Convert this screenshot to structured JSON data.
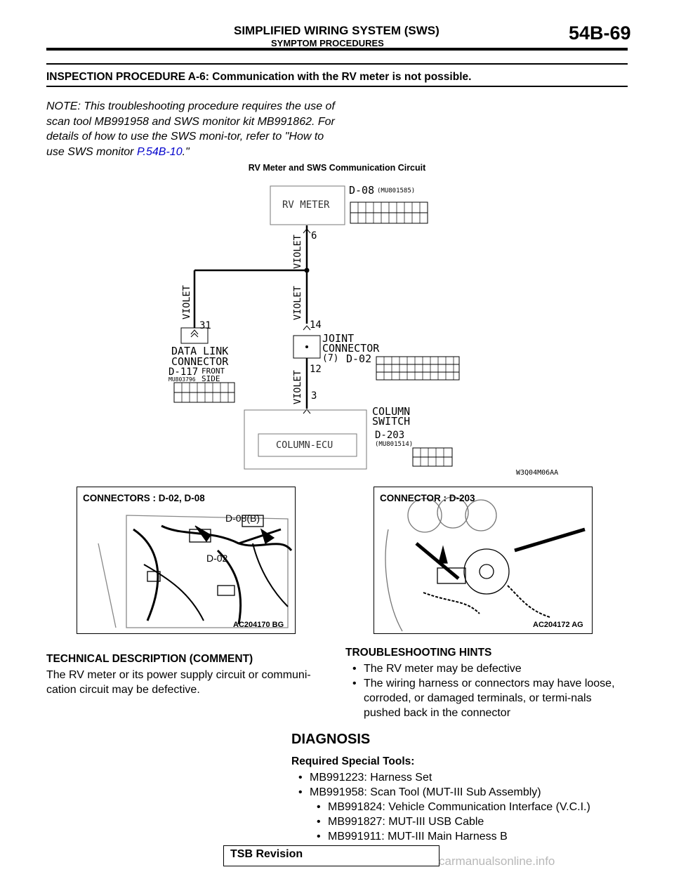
{
  "header": {
    "title": "SIMPLIFIED WIRING SYSTEM (SWS)",
    "subtitle": "SYMPTOM PROCEDURES",
    "page_number": "54B-69"
  },
  "procedure_title": "INSPECTION PROCEDURE A-6: Communication with the RV meter is not possible.",
  "note": {
    "text": "NOTE: This troubleshooting procedure requires the use of scan tool MB991958 and SWS monitor kit MB991862. For details of how to use the SWS moni-tor, refer to \"How to use SWS monitor ",
    "link": "P.54B-10",
    "end": ".\""
  },
  "circuit": {
    "title": "RV Meter and SWS Communication Circuit",
    "rv_meter": "RV METER",
    "rv_conn": "D-08",
    "rv_part": "(MU801585)",
    "rv_pin": "6",
    "wire": "VIOLET",
    "dlc_line1": "DATA LINK",
    "dlc_line2": "CONNECTOR",
    "dlc_conn": "D-117",
    "dlc_part": "MU803796",
    "dlc_front1": "FRONT",
    "dlc_front2": "SIDE",
    "dlc_pin": "31",
    "jc_line1": "JOINT",
    "jc_line2": "CONNECTOR",
    "jc_num": "(7)",
    "jc_conn": "D-02",
    "jc_pin_in": "14",
    "jc_pin_out": "12",
    "col_pin": "3",
    "col_ecu": "COLUMN-ECU",
    "col_sw1": "COLUMN",
    "col_sw2": "SWITCH",
    "col_conn": "D-203",
    "col_part": "(MU801514)",
    "fig_code": "W3Q04M06AA"
  },
  "photos": {
    "left": {
      "label": "CONNECTORS : D-02, D-08",
      "callout_a": "D-08(B)",
      "callout_b": "D-02",
      "code": "AC204170 BG"
    },
    "right": {
      "label": "CONNECTOR : D-203",
      "code": "AC204172 AG"
    }
  },
  "technical": {
    "heading": "TECHNICAL DESCRIPTION (COMMENT)",
    "body": "The RV meter or its power supply circuit or communi-cation circuit may be defective."
  },
  "hints": {
    "heading": "TROUBLESHOOTING HINTS",
    "items": [
      "The RV meter may be defective",
      "The wiring harness or connectors may have loose, corroded, or damaged terminals, or termi-nals pushed back in the connector"
    ]
  },
  "diagnosis": {
    "heading": "DIAGNOSIS",
    "tools_heading": "Required Special Tools:",
    "tools": [
      "MB991223: Harness Set",
      "MB991958: Scan Tool (MUT-III Sub Assembly)"
    ],
    "subtools": [
      "MB991824: Vehicle Communication Interface (V.C.I.)",
      "MB991827: MUT-III USB Cable",
      "MB991911: MUT-III Main Harness B"
    ]
  },
  "footer": {
    "label": "TSB Revision",
    "watermark": "carmanualsonline.info"
  }
}
